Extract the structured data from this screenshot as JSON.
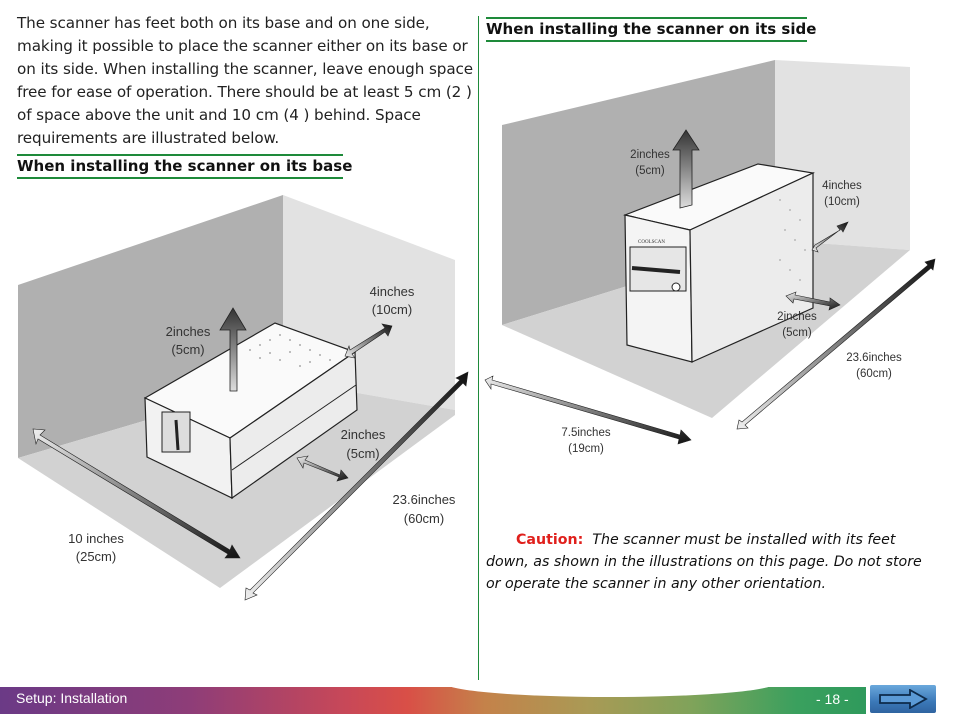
{
  "intro_text": "The scanner has feet both on its base and on one side, making it possible to place the scanner either on its base or on its side. When installing the scanner, leave enough space free for ease of operation.  There should be at least 5 cm (2 ) of space above the unit and 10 cm (4 ) behind.  Space requirements are illustrated below.",
  "sections": {
    "base": {
      "heading": "When installing the scanner on its base",
      "labels": {
        "above": [
          "2inches",
          "(5cm)"
        ],
        "behind": [
          "4inches",
          "(10cm)"
        ],
        "side": [
          "2inches",
          "(5cm)"
        ],
        "depth": [
          "23.6inches",
          "(60cm)"
        ],
        "width": [
          "10 inches",
          "(25cm)"
        ]
      }
    },
    "side": {
      "heading": "When installing the scanner on its side",
      "labels": {
        "above": [
          "2inches",
          "(5cm)"
        ],
        "behind": [
          "4inches",
          "(10cm)"
        ],
        "side": [
          "2inches",
          "(5cm)"
        ],
        "depth": [
          "23.6inches",
          "(60cm)"
        ],
        "width": [
          "7.5inches",
          "(19cm)"
        ]
      },
      "brand_text": "COOLSCAN"
    }
  },
  "caution": {
    "label": "Caution:",
    "text": "The scanner must be installed with its feet down, as shown in the illustrations on this page.  Do not store or operate the scanner in any other orientation."
  },
  "footer": {
    "section_title": "Setup:  Installation",
    "page_number": "- 18 -",
    "next_icon": "right-arrow-icon"
  },
  "colors": {
    "heading_rule": "#1e8a3a",
    "caution_label": "#e0201c",
    "nav_button": "#3b78b8"
  }
}
